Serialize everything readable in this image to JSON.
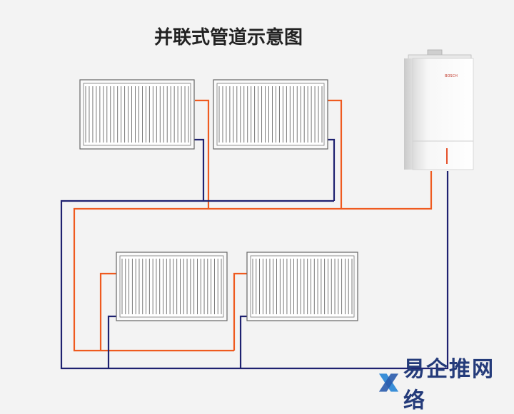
{
  "title": "并联式管道示意图",
  "boiler": {
    "brand": "BOSCH"
  },
  "colors": {
    "hot_pipe": "#ef5a1f",
    "cold_pipe": "#1e2170",
    "radiator_fill": "#ffffff",
    "radiator_border": "#555555",
    "background": "#f3f3f3"
  },
  "watermark": {
    "text": "易企推网络",
    "icon": "x-logo-icon"
  }
}
